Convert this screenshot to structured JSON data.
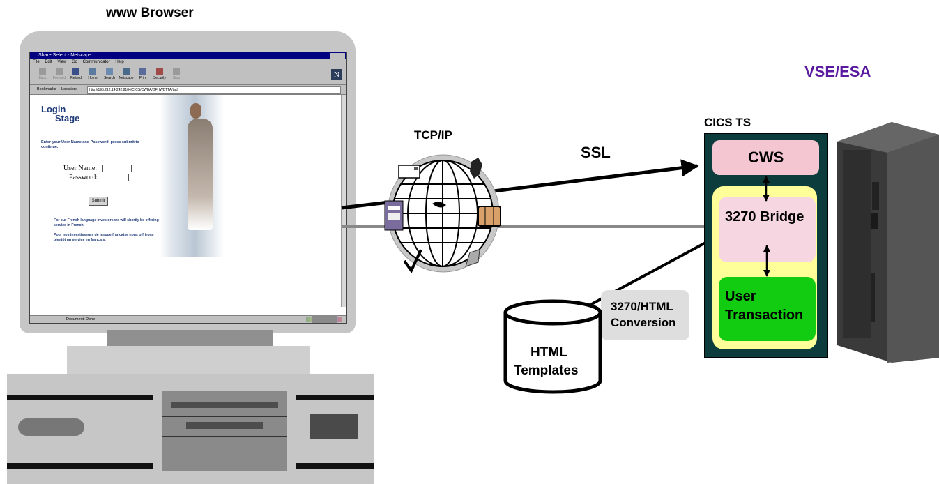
{
  "labels": {
    "browser": "www  Browser",
    "vse": "VSE/ESA",
    "cics_ts": "CICS TS",
    "tcpip": "TCP/IP",
    "ssl": "SSL",
    "cws": "CWS",
    "bridge": "3270 Bridge",
    "user_transaction_1": "User",
    "user_transaction_2": "Transaction",
    "conversion_1": "3270/HTML",
    "conversion_2": "Conversion",
    "templates_1": "HTML",
    "templates_2": "Templates"
  },
  "colors": {
    "vse_text": "#5a1aa0",
    "cics_frame": "#0c3c3c",
    "cics_inner": "#ffff99",
    "cws": "#f4c6d2",
    "bridge": "#f6d6e0",
    "user_transaction": "#11cc11",
    "conversion_box": "#dedede"
  },
  "screen": {
    "window_title": "Share Select - Netscape",
    "menu": [
      "File",
      "Edit",
      "View",
      "Go",
      "Communicator",
      "Help"
    ],
    "toolbar": [
      {
        "label": "Back",
        "enabled": false
      },
      {
        "label": "Forward",
        "enabled": false
      },
      {
        "label": "Reload",
        "enabled": true
      },
      {
        "label": "Home",
        "enabled": true
      },
      {
        "label": "Search",
        "enabled": true
      },
      {
        "label": "Netscape",
        "enabled": true
      },
      {
        "label": "Print",
        "enabled": true
      },
      {
        "label": "Security",
        "enabled": true
      },
      {
        "label": "Stop",
        "enabled": false
      }
    ],
    "bookmarks": "Bookmarks",
    "location_label": "Location:",
    "url": "http://195.212.14.242:8184/CICS/CWBA/DFHWBTTA/tad",
    "page": {
      "title_line1": "Login",
      "title_line2": "Stage",
      "instructions": "Enter your User Name and Password, press submit to continue.",
      "username_label": "User Name:",
      "password_label": "Password:",
      "submit": "Submit",
      "note_en": "For our French language investors we will shortly be offering a service in French.",
      "note_fr": "Pour nos investisseurs de langue française nous offrirons bientôt un service en français."
    },
    "status": "Document: Done"
  }
}
